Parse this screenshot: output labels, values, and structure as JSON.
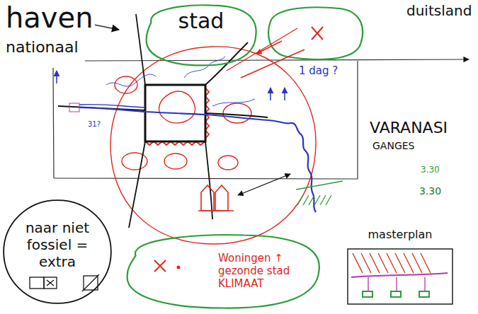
{
  "diagram": {
    "nodes": [
      {
        "text": [
          "stad"
        ]
      },
      {
        "text": [
          "Woningen ↑ gezonde stad KLIMAAT"
        ]
      },
      {
        "text": [
          "naar niet fossiel = extra"
        ]
      },
      {
        "text": [
          "masterplan"
        ]
      }
    ],
    "labels": [
      "haven",
      "nationaal",
      "duitsland",
      "1 dag ?",
      "VARANASI",
      "GANGES",
      "31?",
      "3.30",
      "3.30"
    ]
  }
}
